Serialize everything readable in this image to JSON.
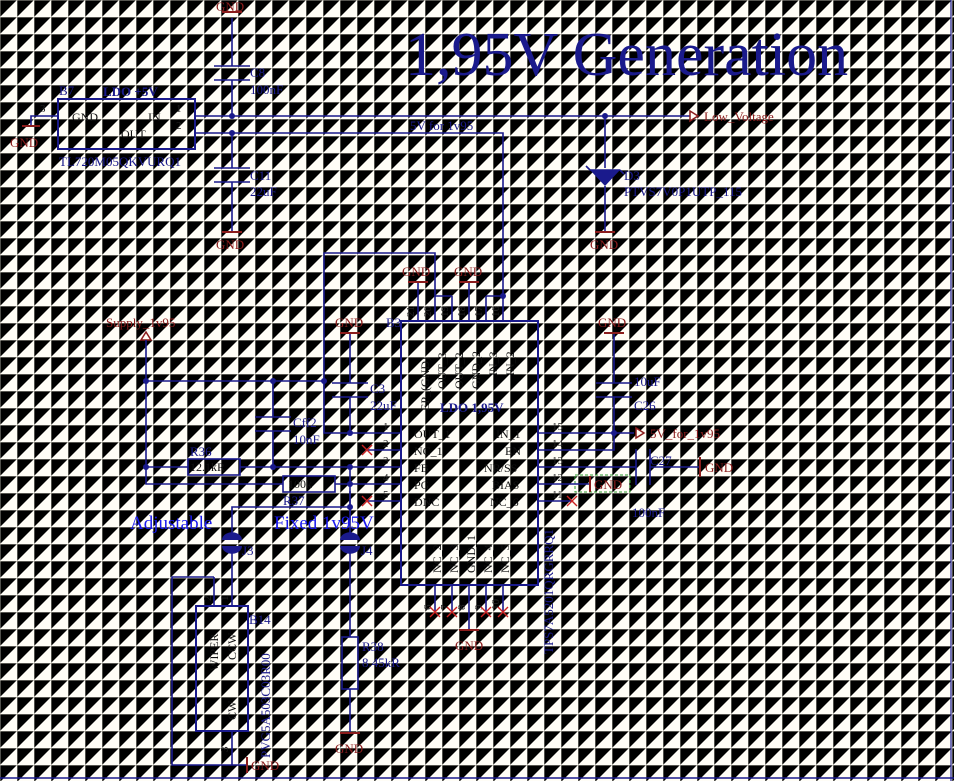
{
  "title": "1,95V Generation",
  "notes": {
    "adjustable": "Adjustable",
    "fixed": "Fixed 1v95V"
  },
  "nets": {
    "low_voltage": "Low_Voltage",
    "five_v_for_1v95_top": "5V  for  1v95",
    "five_v_for_1v95_port": "5V_for_1v95",
    "supply_1v95": "Supply_1v95",
    "gnd": "GND"
  },
  "components": {
    "B7": {
      "ref": "B7",
      "label": "LDO  +5V",
      "part": "TL720M05QKVURQ1",
      "pins": [
        {
          "num": "3",
          "name": "GND"
        },
        {
          "num": "1",
          "name": "IN"
        },
        {
          "num": "2",
          "name": "OUT"
        }
      ]
    },
    "C8": {
      "ref": "C8",
      "value": "100nF"
    },
    "C11": {
      "ref": "C11",
      "value": "22uF"
    },
    "D3": {
      "ref": "D3",
      "part": "PTVS7V0P1UTP_115"
    },
    "B3": {
      "ref": "B3",
      "label": "LDO  1,95V",
      "part": "TPS7A5201QRGRRQ1",
      "left_pins": [
        {
          "num": "1",
          "name": "OUT_1"
        },
        {
          "num": "2",
          "name": "NC_1"
        },
        {
          "num": "3",
          "name": "FB"
        },
        {
          "num": "4",
          "name": "PG"
        },
        {
          "num": "5",
          "name": "DNC"
        }
      ],
      "right_pins": [
        {
          "num": "15",
          "name": "IN_1"
        },
        {
          "num": "14",
          "name": "EN"
        },
        {
          "num": "13",
          "name": "NR/SS"
        },
        {
          "num": "12",
          "name": "BIAS"
        },
        {
          "num": "11",
          "name": "NC_6"
        }
      ],
      "top_pins": [
        {
          "num": "21",
          "name": "EP_(GND)"
        },
        {
          "num": "20",
          "name": "OUT_3"
        },
        {
          "num": "19",
          "name": "OUT_2"
        },
        {
          "num": "18",
          "name": "GND_2"
        },
        {
          "num": "17",
          "name": "IN_3"
        },
        {
          "num": "16",
          "name": "IN_2"
        }
      ],
      "bottom_pins": [
        {
          "num": "6",
          "name": "NC_2"
        },
        {
          "num": "7",
          "name": "NC_3"
        },
        {
          "num": "8",
          "name": "GND_1"
        },
        {
          "num": "9",
          "name": "NC_4"
        },
        {
          "num": "10",
          "name": "NC_5"
        }
      ]
    },
    "C3": {
      "ref": "C3",
      "value": "22uF"
    },
    "Cff2": {
      "ref": "Cff2",
      "value": "10nF"
    },
    "R36": {
      "ref": "R36",
      "value": "12.1kR"
    },
    "R37": {
      "ref": "R37",
      "value": "100k"
    },
    "C26": {
      "ref": "C26",
      "value": "10uF"
    },
    "C27": {
      "ref": "C27",
      "value": "100nF"
    },
    "J3": {
      "ref": "J3"
    },
    "J4": {
      "ref": "J4"
    },
    "R38": {
      "ref": "R38",
      "value": "8.45kR"
    },
    "B14": {
      "ref": "B14",
      "part": "PVG5A503C03R00",
      "pins": [
        {
          "num": "2",
          "name": "WIPER"
        },
        {
          "num": "1",
          "name": "CCW"
        },
        {
          "num": "3",
          "name": "CW"
        }
      ]
    }
  },
  "colors": {
    "wire": "#1a1a8c",
    "power_net": "#8b1c1c",
    "no_connect": "#cc2222",
    "background": "#fffdf6",
    "annotation": "#1a1aee"
  }
}
